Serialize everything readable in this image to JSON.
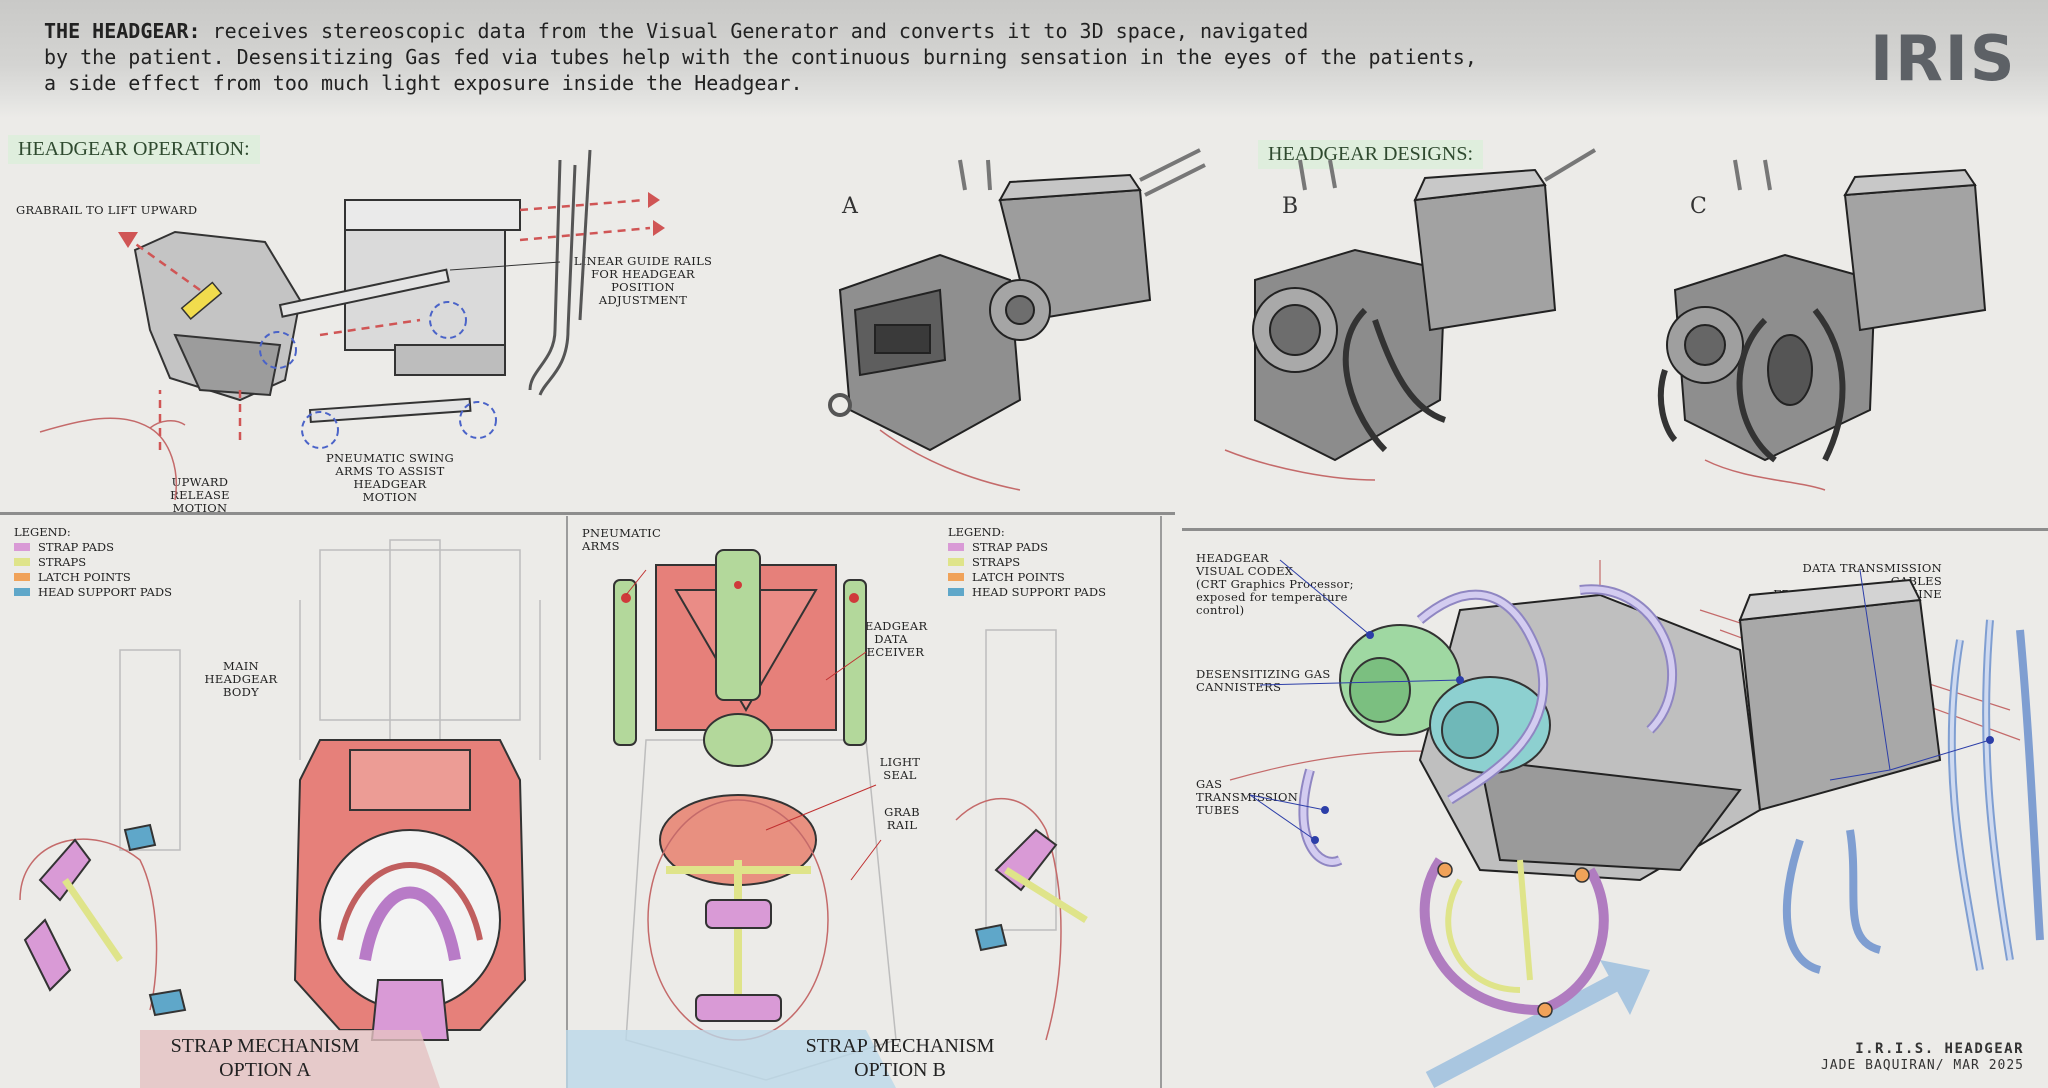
{
  "header": {
    "intro_bold": "THE HEADGEAR:",
    "intro_line1": " receives stereoscopic data from the Visual Generator and converts it to 3D space, navigated",
    "intro_line2": "by the patient. Desensitizing Gas fed via tubes help with the continuous burning sensation in the eyes of the patients,",
    "intro_line3": "a side effect from too much light exposure inside the Headgear.",
    "logo": "IRIS"
  },
  "operation": {
    "title": "HEADGEAR OPERATION:",
    "grabrail": "GRABRAIL TO LIFT UPWARD",
    "guide_rails": [
      "LINEAR GUIDE RAILS",
      "FOR HEADGEAR",
      "POSITION ADJUSTMENT"
    ],
    "swing_arms": [
      "PNEUMATIC SWING",
      "ARMS TO ASSIST HEADGEAR",
      "MOTION"
    ],
    "release": [
      "UPWARD RELEASE",
      "MOTION"
    ]
  },
  "designs": {
    "title": "HEADGEAR DESIGNS:",
    "letters": [
      "A",
      "B",
      "C"
    ]
  },
  "legend": {
    "title": "LEGEND:",
    "items": [
      {
        "label": "STRAP PADS",
        "color": "#d99ad6"
      },
      {
        "label": "STRAPS",
        "color": "#dfe48a"
      },
      {
        "label": "LATCH POINTS",
        "color": "#f0a259"
      },
      {
        "label": "HEAD SUPPORT PADS",
        "color": "#5fa7c9"
      }
    ]
  },
  "option_a": {
    "main_body": [
      "MAIN HEADGEAR",
      "BODY"
    ],
    "banner": [
      "STRAP MECHANISM",
      "OPTION A"
    ]
  },
  "option_b": {
    "pneumatic": [
      "PNEUMATIC",
      "ARMS"
    ],
    "receiver": [
      "HEADGEAR",
      "DATA",
      "RECEIVER"
    ],
    "light_seal": [
      "LIGHT",
      "SEAL"
    ],
    "grab_rail": [
      "GRAB",
      "RAIL"
    ],
    "banner": [
      "STRAP MECHANISM",
      "OPTION B"
    ]
  },
  "detail": {
    "codex": [
      "HEADGEAR",
      "VISUAL CODEX",
      "(CRT Graphics Processor;",
      "exposed for temperature",
      "control)"
    ],
    "gas": [
      "DESENSITIZING GAS",
      "CANNISTERS"
    ],
    "tubes": [
      "GAS",
      "TRANSMISSION",
      "TUBES"
    ],
    "cables": [
      "DATA TRANSMISSION CABLES",
      "FROM THE IRIS MACHINE"
    ]
  },
  "credit": {
    "title": "I.R.I.S. HEADGEAR",
    "author": "JADE BAQUIRAN/ MAR 2025"
  }
}
